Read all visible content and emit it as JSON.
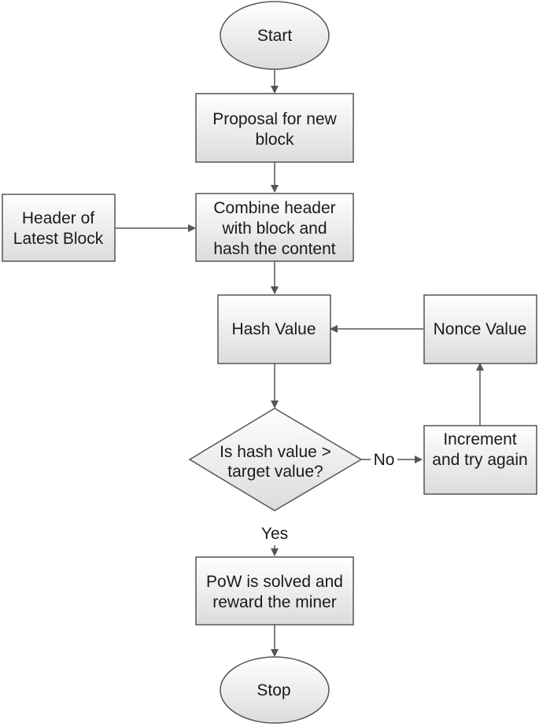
{
  "flowchart": {
    "start": "Start",
    "proposal": [
      "Proposal for new",
      "block"
    ],
    "header_latest": [
      "Header of",
      "Latest Block"
    ],
    "combine": [
      "Combine header",
      "with block and",
      "hash the content"
    ],
    "hash_value": "Hash Value",
    "nonce_value": "Nonce Value",
    "decision": [
      "Is hash value >",
      "target value?"
    ],
    "increment": [
      "Increment",
      "and try again"
    ],
    "no_label": "No",
    "yes_label": "Yes",
    "pow_solved": [
      "PoW is solved and",
      "reward the miner"
    ],
    "stop": "Stop"
  },
  "colors": {
    "stroke": "#555555",
    "fill_top": "#ffffff",
    "fill_bottom": "#dcdcdc",
    "text": "#1a1a1a"
  }
}
